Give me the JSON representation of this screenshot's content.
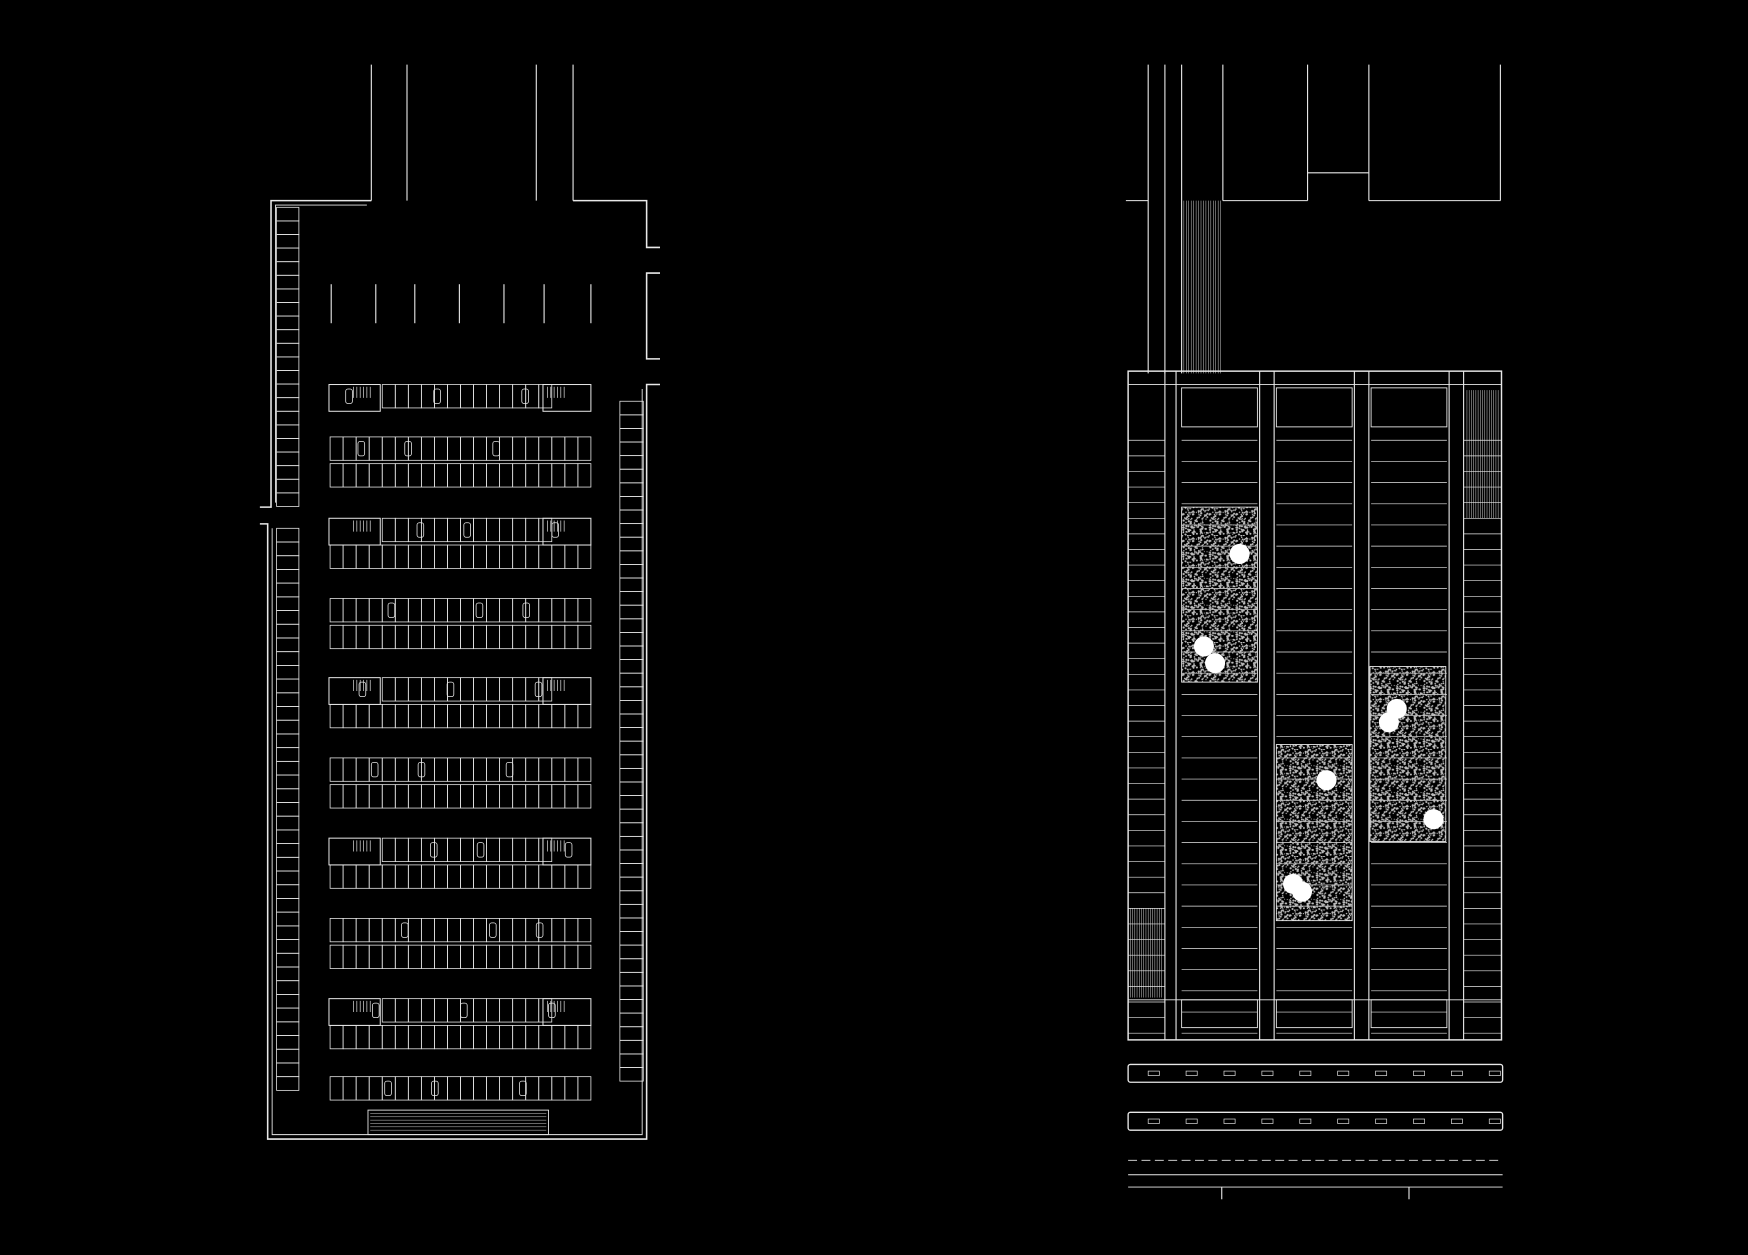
{
  "colors": {
    "background": "#000000",
    "linework": "#e8e8e8",
    "stipple": "#bdbdbd"
  },
  "drawings": [
    {
      "kind": "parking-garage-floor-plan",
      "parking_row_blocks": 10
    },
    {
      "kind": "building-floor-plan",
      "courtyards": 3,
      "strip_bars": 2
    }
  ]
}
